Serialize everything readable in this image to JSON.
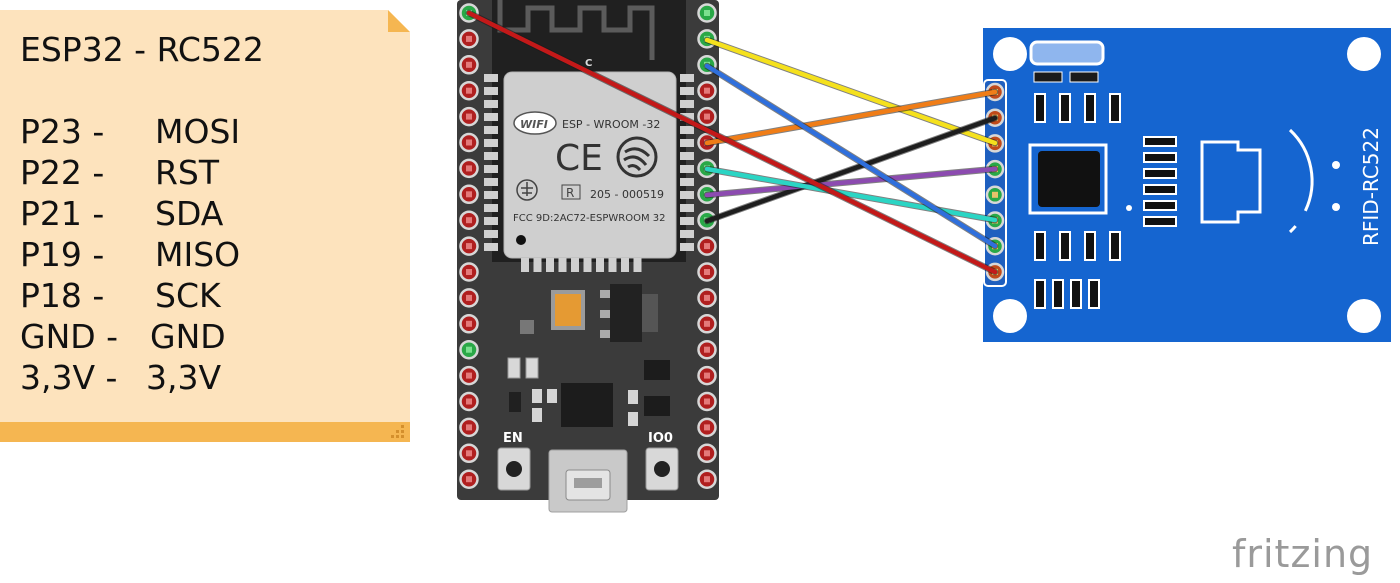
{
  "note": {
    "title": "ESP32 - RC522",
    "rows": [
      {
        "left": "P23 -",
        "right": "MOSI"
      },
      {
        "left": "P22 -",
        "right": "RST"
      },
      {
        "left": "P21 -",
        "right": "SDA"
      },
      {
        "left": "P19 -",
        "right": "MISO"
      },
      {
        "left": "P18 -",
        "right": "SCK"
      },
      {
        "left": "GND -",
        "right": "GND"
      },
      {
        "left": "3,3V -",
        "right": "3,3V"
      }
    ],
    "fill_color": "#fde3bd",
    "edge_color": "#f5b651"
  },
  "esp32": {
    "module_brand": "WIFI",
    "module_model": "ESP - WROOM -32",
    "ce_mark": "CE",
    "cert_r": "R",
    "cert_id": "205 - 000519",
    "fcc_id": "FCC 9D:2AC72-ESPWROOM 32",
    "antenna_label": "C",
    "button_en": "EN",
    "button_io0": "IO0",
    "board_color": "#3b3b3b"
  },
  "rfid": {
    "label": "RFID-RC522",
    "board_color": "#1565d0"
  },
  "wires": [
    {
      "color": "#c31919"
    },
    {
      "color": "#f5e11d"
    },
    {
      "color": "#2f6fdc"
    },
    {
      "color": "#f07d17"
    },
    {
      "color": "#2bd5c4"
    },
    {
      "color": "#8c4bb0"
    },
    {
      "color": "#1e1e1e"
    }
  ],
  "watermark": "fritzing"
}
